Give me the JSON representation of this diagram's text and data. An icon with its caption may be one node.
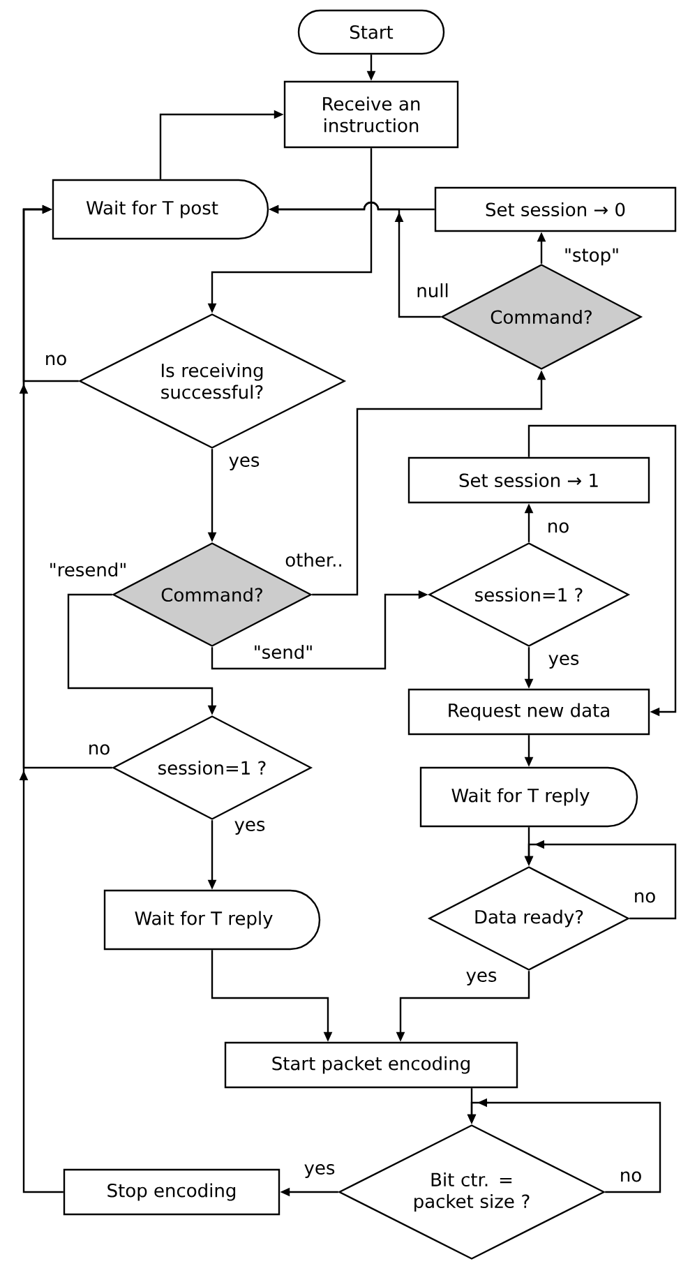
{
  "diagram": {
    "nodes": [
      {
        "text": [
          "Start"
        ]
      },
      {
        "text": [
          "Receive an instruction"
        ]
      },
      {
        "text": [
          "Wait for T post"
        ]
      },
      {
        "text": [
          "Set session → 0"
        ]
      },
      {
        "text": [
          "Command?"
        ]
      },
      {
        "text": [
          "Is receiving successful?"
        ]
      },
      {
        "text": [
          "Set session → 1"
        ]
      },
      {
        "text": [
          "Command?"
        ]
      },
      {
        "text": [
          "session=1 ?"
        ]
      },
      {
        "text": [
          "Request new data"
        ]
      },
      {
        "text": [
          "session=1 ?"
        ]
      },
      {
        "text": [
          "Wait for T reply"
        ]
      },
      {
        "text": [
          "Data ready?"
        ]
      },
      {
        "text": [
          "Wait for T reply"
        ]
      },
      {
        "text": [
          "Start packet encoding"
        ]
      },
      {
        "text": [
          "Bit ctr. = packet size ?"
        ]
      },
      {
        "text": [
          "Stop encoding"
        ]
      }
    ],
    "edges": [
      {
        "from": 0,
        "to": 1,
        "arrow": "to"
      },
      {
        "from": 1,
        "to": 5,
        "arrow": "to"
      },
      {
        "from": 2,
        "to": 1,
        "arrow": "to"
      },
      {
        "from": 3,
        "to": 2,
        "arrow": "to"
      },
      {
        "from": 4,
        "to": 3,
        "arrow": "to",
        "label": "\"stop\""
      },
      {
        "from": 4,
        "to": 2,
        "arrow": "to",
        "label": "null"
      },
      {
        "from": 5,
        "to": 2,
        "arrow": "to",
        "label": "no"
      },
      {
        "from": 5,
        "to": 7,
        "arrow": "to",
        "label": "yes"
      },
      {
        "from": 7,
        "to": 4,
        "arrow": "to",
        "label": "other.."
      },
      {
        "from": 7,
        "to": 8,
        "arrow": "to",
        "label": "\"send\""
      },
      {
        "from": 7,
        "to": 10,
        "arrow": "to",
        "label": "\"resend\""
      },
      {
        "from": 8,
        "to": 6,
        "arrow": "to",
        "label": "no"
      },
      {
        "from": 8,
        "to": 9,
        "arrow": "to",
        "label": "yes"
      },
      {
        "from": 6,
        "to": 9,
        "arrow": "to"
      },
      {
        "from": 9,
        "to": 11,
        "arrow": "to"
      },
      {
        "from": 10,
        "to": 13,
        "arrow": "to",
        "label": "yes"
      },
      {
        "from": 10,
        "to": 2,
        "arrow": "to",
        "label": "no"
      },
      {
        "from": 11,
        "to": 12,
        "arrow": "to"
      },
      {
        "from": 12,
        "to": 12,
        "arrow": "to",
        "label": "no"
      },
      {
        "from": 12,
        "to": 14,
        "arrow": "to",
        "label": "yes"
      },
      {
        "from": 13,
        "to": 14,
        "arrow": "to"
      },
      {
        "from": 14,
        "to": 15,
        "arrow": "to"
      },
      {
        "from": 15,
        "to": 15,
        "arrow": "to",
        "label": "no"
      },
      {
        "from": 15,
        "to": 16,
        "arrow": "to",
        "label": "yes"
      },
      {
        "from": 16,
        "to": 2,
        "arrow": "to"
      }
    ]
  }
}
